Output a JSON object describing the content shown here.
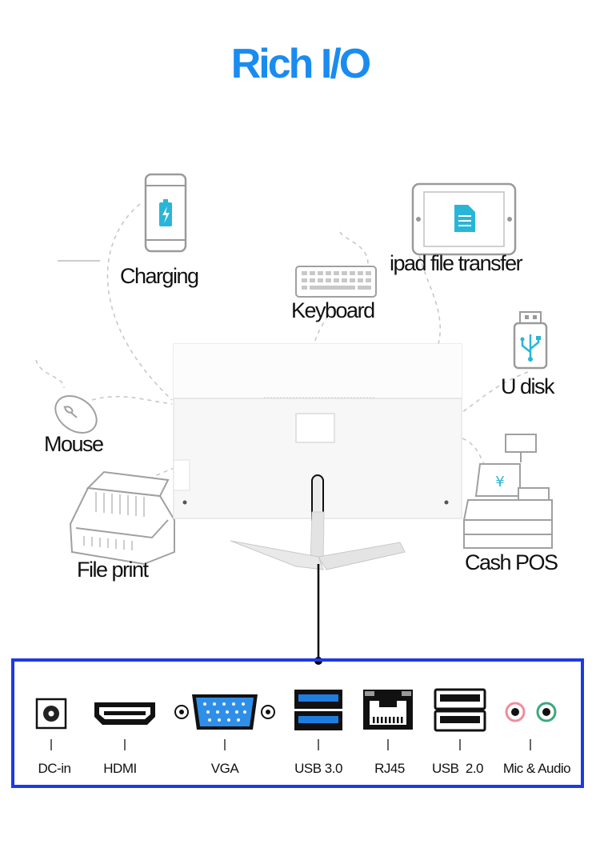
{
  "title": {
    "text": "Rich I/O",
    "color": "#1a8cf0"
  },
  "features": {
    "charging": "Charging",
    "ipad": "ipad file transfer",
    "keyboard": "Keyboard",
    "udisk": "U disk",
    "mouse": "Mouse",
    "cashpos": "Cash POS",
    "fileprint": "File print"
  },
  "icons": {
    "phone": "phone-charging-icon",
    "tablet": "tablet-file-icon",
    "keyboard": "keyboard-icon",
    "usb": "usb-stick-icon",
    "mouse": "mouse-icon",
    "printer": "dot-matrix-printer-icon",
    "pos": "cash-register-icon"
  },
  "currency_symbol": "¥",
  "ports": [
    {
      "label": "DC-in",
      "icon": "dc-jack-icon"
    },
    {
      "label": "HDMI",
      "icon": "hdmi-port-icon"
    },
    {
      "label": "VGA",
      "icon": "vga-port-icon"
    },
    {
      "label": "USB 3.0",
      "icon": "usb3-port-icon"
    },
    {
      "label": "RJ45",
      "icon": "rj45-port-icon"
    },
    {
      "label": "USB  2.0",
      "icon": "usb2-port-icon"
    },
    {
      "label": "Mic & Audio",
      "icon": "audio-jack-icon"
    }
  ],
  "colors": {
    "frame": "#1d39e6",
    "usb3": "#1f7de0",
    "vga": "#2f8fe8",
    "mic": "#f08ca0",
    "audio": "#3aaa7a"
  }
}
